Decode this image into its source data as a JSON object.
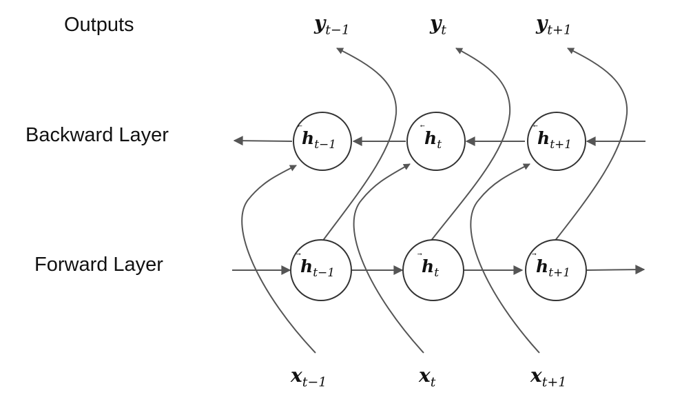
{
  "labels": {
    "outputs": "Outputs",
    "backward": "Backward Layer",
    "forward": "Forward Layer"
  },
  "timesteps": [
    {
      "y": "y",
      "y_sub": "t−1",
      "bh": "h",
      "bh_sub": "t−1",
      "fh": "h",
      "fh_sub": "t−1",
      "x": "x",
      "x_sub": "t−1"
    },
    {
      "y": "y",
      "y_sub": "t",
      "bh": "h",
      "bh_sub": "t",
      "fh": "h",
      "fh_sub": "t",
      "x": "x",
      "x_sub": "t"
    },
    {
      "y": "y",
      "y_sub": "t+1",
      "bh": "h",
      "bh_sub": "t+1",
      "fh": "h",
      "fh_sub": "t+1",
      "x": "x",
      "x_sub": "t+1"
    }
  ],
  "arrows": {
    "forward": "⃗",
    "backward": "⃖"
  },
  "colors": {
    "stroke": "#555555",
    "text": "#111111"
  }
}
